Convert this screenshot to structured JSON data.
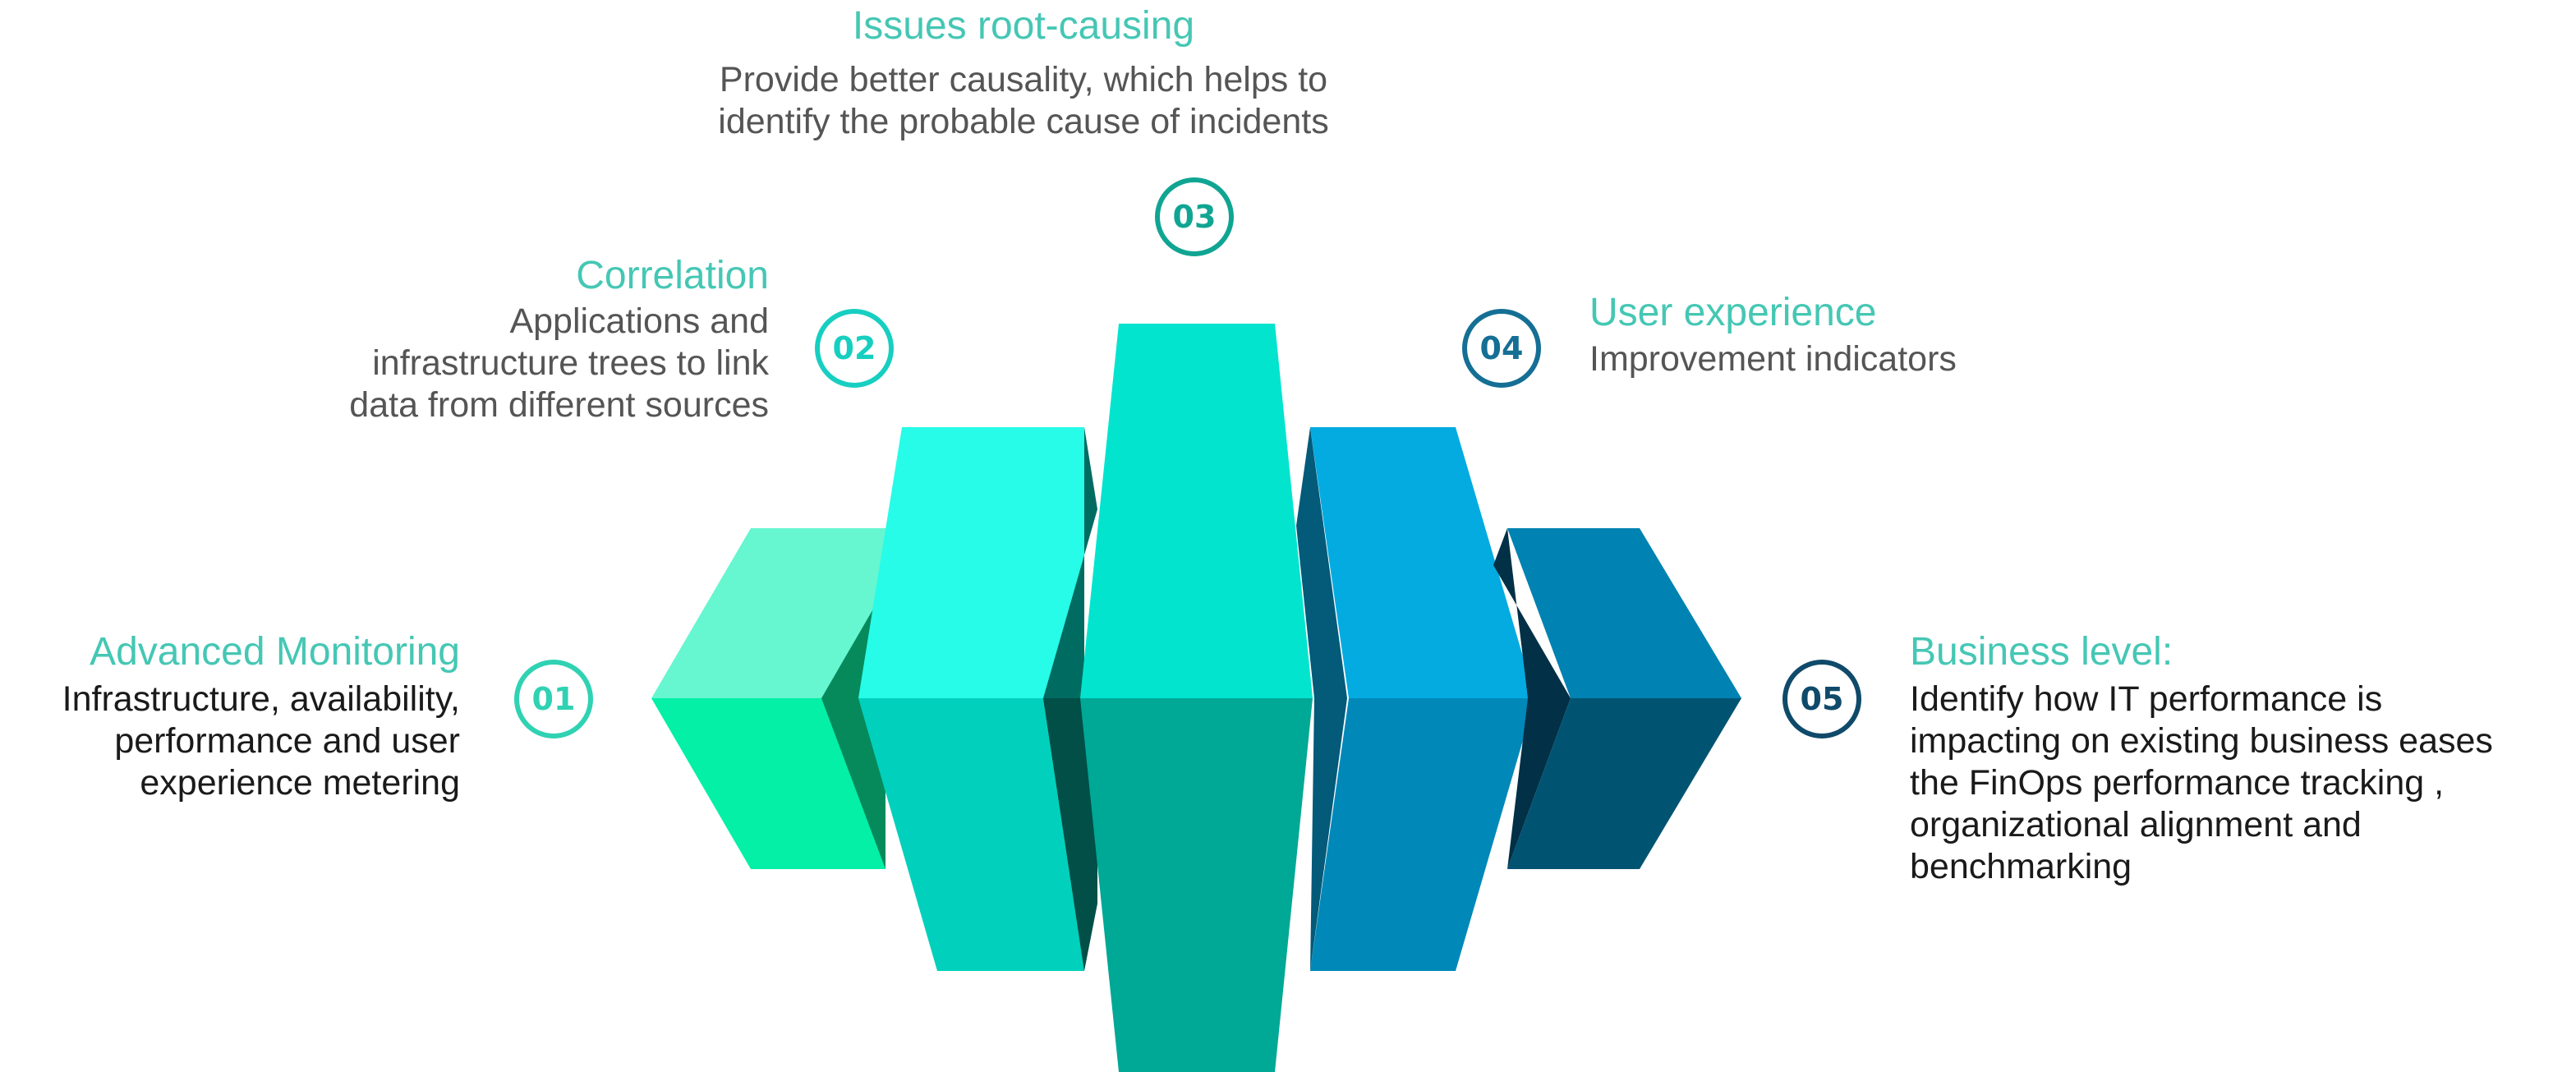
{
  "steps": [
    {
      "number": "01",
      "title": "Advanced Monitoring",
      "description": "Infrastructure, availability,\nperformance and user\nexperience metering",
      "color": "#2fd2b2"
    },
    {
      "number": "02",
      "title": "Correlation",
      "description": "Applications and\ninfrastructure trees to link\ndata from different sources",
      "color": "#17cfc1"
    },
    {
      "number": "03",
      "title": "Issues root-causing",
      "description": "Provide better causality, which helps to\nidentify the probable cause of incidents",
      "color": "#10a592"
    },
    {
      "number": "04",
      "title": "User experience",
      "description": "Improvement indicators",
      "color": "#156f95"
    },
    {
      "number": "05",
      "title": "Business level:",
      "description": "Identify how IT performance is\nimpacting on existing business eases\nthe FinOps performance tracking ,\norganizational alignment and\nbenchmarking",
      "color": "#0f4a6a"
    }
  ],
  "colors": {
    "title_text": "#45c7b4",
    "body_text_dark": "#1a1a1a",
    "body_text_gray": "#555555"
  }
}
